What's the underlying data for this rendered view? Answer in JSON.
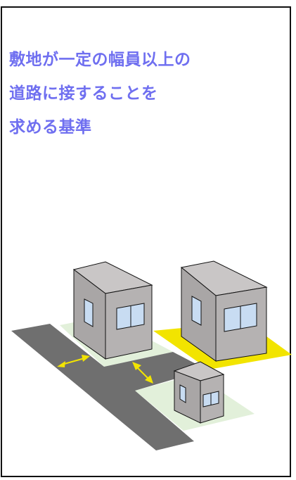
{
  "title": {
    "lines": [
      "敷地が一定の幅員以上の",
      "道路に接することを",
      "求める基準"
    ]
  },
  "colors": {
    "title": "#6f6ff0",
    "frame": "#111111",
    "road": "#6f6f6f",
    "site_green": "#e2f0da",
    "site_yellow": "#f2e400",
    "building_face": "#a9a6a6",
    "building_top": "#c9c6c6",
    "window": "#c8dcf2",
    "arrow": "#f2e400"
  }
}
